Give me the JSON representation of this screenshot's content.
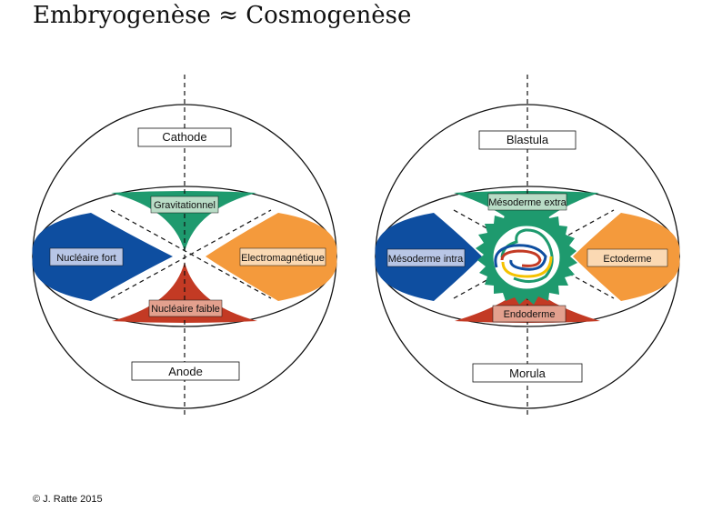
{
  "title": "Embryogenèse ≈ Cosmogenèse",
  "copyright": "© J. Ratte 2015",
  "colors": {
    "green": "#1e9a6e",
    "blue": "#0e4ea0",
    "orange": "#f49a3c",
    "red": "#c33a24",
    "label_green": "#b9dcc6",
    "label_blue": "#b8c6e6",
    "label_orange": "#fbd9b3",
    "label_red": "#e3a08e"
  },
  "left_diagram": {
    "top_label": "Cathode",
    "bottom_label": "Anode",
    "top_sector": "Gravitationnel",
    "left_sector": "Nucléaire fort",
    "right_sector": "Electromagnétique",
    "bottom_sector": "Nucléaire faible"
  },
  "right_diagram": {
    "top_label": "Blastula",
    "bottom_label": "Morula",
    "top_sector": "Mésoderme extra",
    "left_sector": "Mésoderme intra",
    "right_sector": "Ectoderme",
    "bottom_sector": "Endoderme"
  }
}
